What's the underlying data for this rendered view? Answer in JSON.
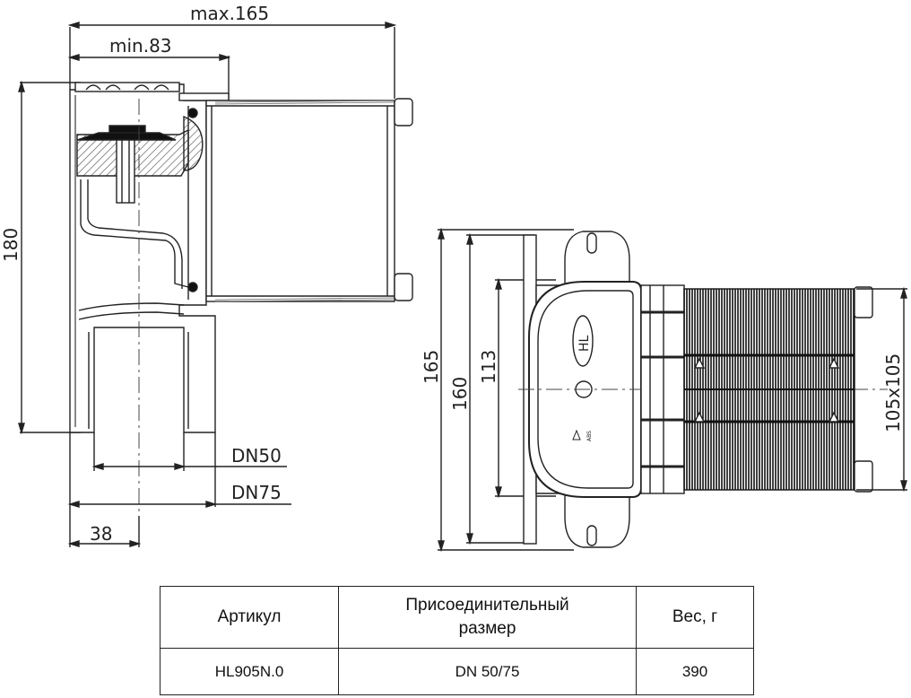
{
  "dimensions": {
    "max_length": "max.165",
    "min_length": "min.83",
    "height_total": "180",
    "dn50": "DN50",
    "dn75": "DN75",
    "offset": "38",
    "flange_height": "165",
    "frame_height": "160",
    "opening_height": "113",
    "outlet_size": "105x105"
  },
  "markings": {
    "logo": "HL",
    "recycle": "ABS"
  },
  "table": {
    "headers": [
      "Артикул",
      "Присоединительный размер",
      "Вес, г"
    ],
    "rows": [
      [
        "HL905N.0",
        "DN 50/75",
        "390"
      ]
    ]
  }
}
